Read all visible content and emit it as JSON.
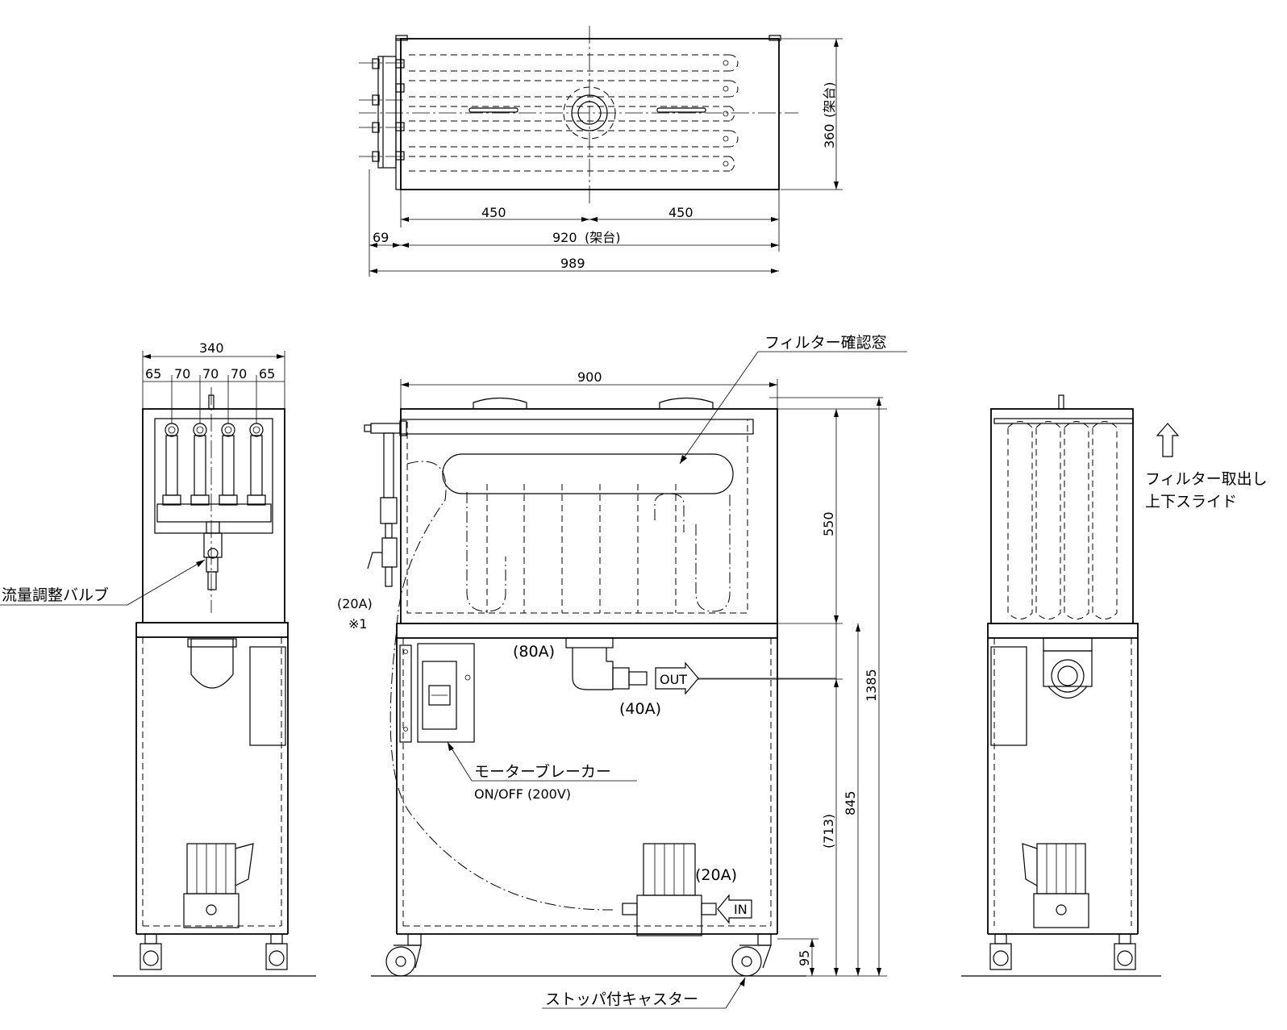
{
  "top_view": {
    "dim_360": "360",
    "dim_360_note": "(架台)",
    "dim_450_left": "450",
    "dim_450_right": "450",
    "dim_920": "920",
    "dim_920_note": "(架台)",
    "dim_69": "69",
    "dim_989": "989"
  },
  "side_view": {
    "dim_340": "340",
    "dim_65_a": "65",
    "dim_70_a": "70",
    "dim_70_b": "70",
    "dim_70_c": "70",
    "dim_65_b": "65",
    "valve_label": "流量調整バルブ"
  },
  "front_view": {
    "dim_900": "900",
    "filter_window_label": "フィルター確認窓",
    "dim_550": "550",
    "dim_1385": "1385",
    "dim_845": "845",
    "dim_713": "(713)",
    "dim_95": "95",
    "pipe_20a_top": "(20A)",
    "note_1": "※1",
    "pipe_80a": "(80A)",
    "pipe_40a": "(40A)",
    "out_label": "OUT",
    "in_label": "IN",
    "pipe_20a_pump": "(20A)",
    "breaker_label": "モーターブレーカー",
    "breaker_spec": "ON/OFF (200V)",
    "caster_label": "ストッパ付キャスター"
  },
  "right_view": {
    "filter_note_1": "フィルター取出し",
    "filter_note_2": "上下スライド"
  }
}
